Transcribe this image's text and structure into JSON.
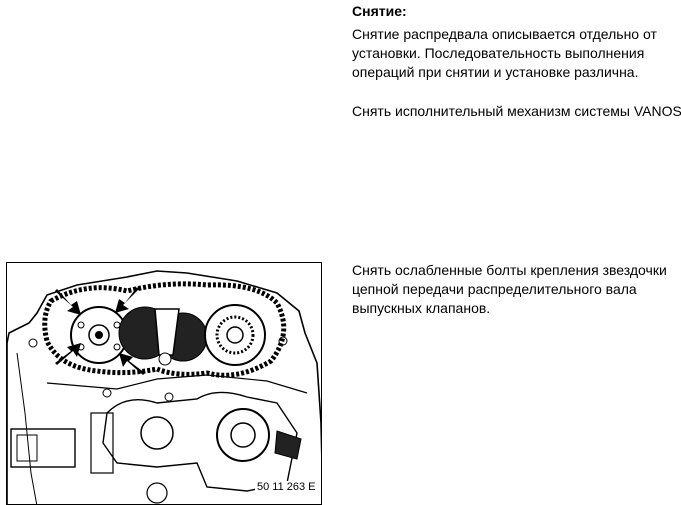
{
  "heading": "Снятие:",
  "paragraphs": {
    "p1": "Снятие распредвала описывается отдельно от установки. Последовательность выполнения операций при снятии и установке различна.",
    "p2": "Снять исполнительный механизм системы VANOS",
    "p3": "Снять ослабленные болты крепления звездочки цепной передачи распределительного вала выпускных клапанов."
  },
  "figure": {
    "code": "50 11 263 E"
  }
}
